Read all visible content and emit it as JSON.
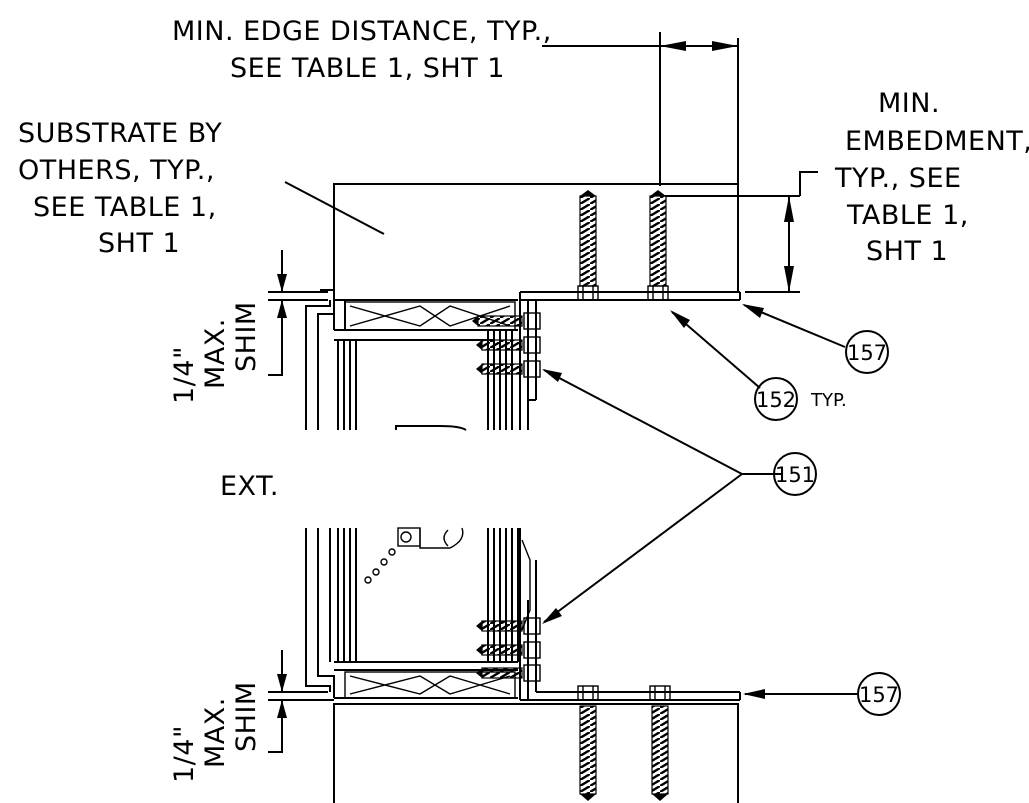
{
  "labels": {
    "edge_distance": [
      "MIN. EDGE DISTANCE, TYP.,",
      "SEE TABLE 1, SHT 1"
    ],
    "substrate": [
      "SUBSTRATE BY",
      "OTHERS, TYP.,",
      "SEE TABLE 1,",
      "SHT 1"
    ],
    "embedment": [
      "MIN.",
      "EMBEDMENT,",
      "TYP., SEE",
      "TABLE 1,",
      "SHT 1"
    ],
    "shim_top": [
      "1/4\"",
      "MAX.",
      "SHIM"
    ],
    "shim_bottom": [
      "1/4\"",
      "MAX.",
      "SHIM"
    ],
    "ext": "EXT.",
    "typ": "TYP."
  },
  "callouts": {
    "c157_top": "157",
    "c152": "152",
    "c151": "151",
    "c157_bottom": "157"
  },
  "colors": {
    "ink": "#000000",
    "paper": "#ffffff"
  }
}
